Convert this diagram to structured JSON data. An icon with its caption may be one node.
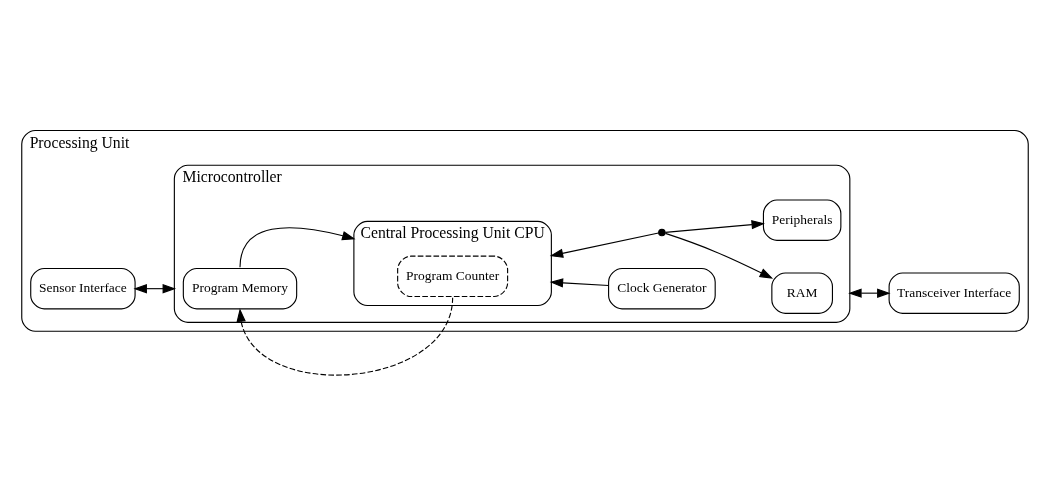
{
  "diagram": {
    "nodes": [
      {
        "text": [
          "Processing Unit"
        ]
      },
      {
        "text": [
          "Sensor Interface"
        ],
        "in": 0
      },
      {
        "text": [
          "Microcontroller"
        ],
        "in": 0
      },
      {
        "text": [
          "Program Memory"
        ],
        "in": 2
      },
      {
        "text": [
          "Central Processing Unit CPU"
        ],
        "in": 2
      },
      {
        "text": [
          "Program Counter"
        ],
        "in": 4
      },
      {
        "text": [
          "Clock Generator"
        ],
        "in": 2
      },
      {
        "text": [
          "RAM"
        ],
        "in": 2
      },
      {
        "text": [],
        "shape": "circle",
        "in": 2
      },
      {
        "text": [
          "Peripherals"
        ],
        "in": 2
      },
      {
        "text": [
          "Transceiver Interface"
        ],
        "in": 0
      }
    ],
    "edges": [
      {
        "from": 1,
        "to": 2,
        "arrow": "both"
      },
      {
        "from": 5,
        "to": 3,
        "arrow": "to",
        "style": "dashed"
      },
      {
        "from": 3,
        "to": 4,
        "arrow": "to"
      },
      {
        "from": 6,
        "to": 4,
        "arrow": "to"
      },
      {
        "from": 8,
        "to": 4,
        "arrow": "to"
      },
      {
        "from": 8,
        "to": 7,
        "arrow": "to"
      },
      {
        "from": 8,
        "to": 9,
        "arrow": "to"
      },
      {
        "from": 2,
        "to": 10,
        "arrow": "both"
      }
    ]
  }
}
